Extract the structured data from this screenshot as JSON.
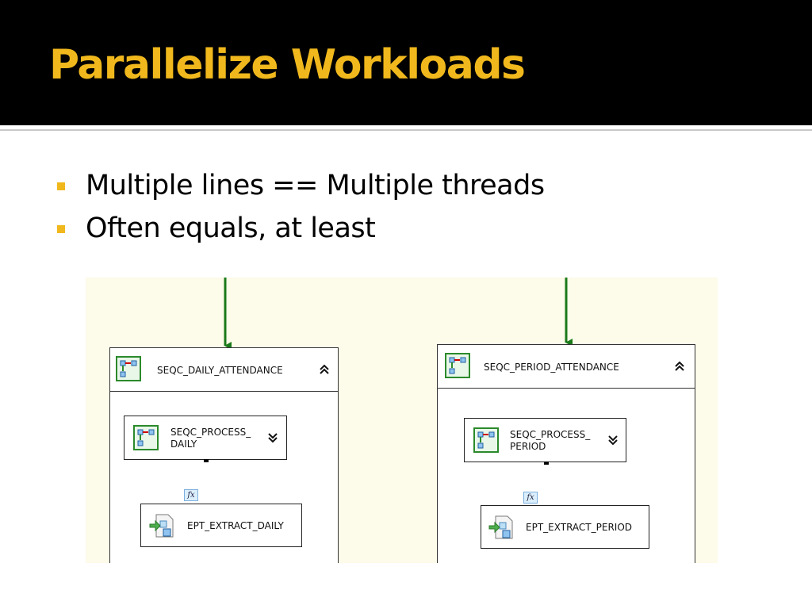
{
  "slide": {
    "title": "Parallelize Workloads",
    "bullets": [
      "Multiple lines == Multiple threads",
      "Often equals, at least"
    ],
    "accent_color": "#f0b81c"
  },
  "diagram": {
    "left": {
      "container": {
        "label": "SEQC_DAILY_ATTENDANCE",
        "icon": "sequence-container-icon",
        "toggle": "collapse-chevron-icon"
      },
      "inner": {
        "label_line1": "SEQC_PROCESS_",
        "label_line2": "DAILY",
        "icon": "sequence-container-icon",
        "toggle": "expand-chevron-icon"
      },
      "expression": "fx",
      "task": {
        "label": "EPT_EXTRACT_DAILY",
        "icon": "execute-package-task-icon"
      }
    },
    "right": {
      "container": {
        "label": "SEQC_PERIOD_ATTENDANCE",
        "icon": "sequence-container-icon",
        "toggle": "collapse-chevron-icon"
      },
      "inner": {
        "label_line1": "SEQC_PROCESS_",
        "label_line2": "PERIOD",
        "icon": "sequence-container-icon",
        "toggle": "expand-chevron-icon"
      },
      "expression": "fx",
      "task": {
        "label": "EPT_EXTRACT_PERIOD",
        "icon": "execute-package-task-icon"
      }
    },
    "colors": {
      "canvas": "#fdfbe9",
      "success_arrow": "#1a7a1a",
      "expression_arrow": "#1a1acc"
    }
  }
}
